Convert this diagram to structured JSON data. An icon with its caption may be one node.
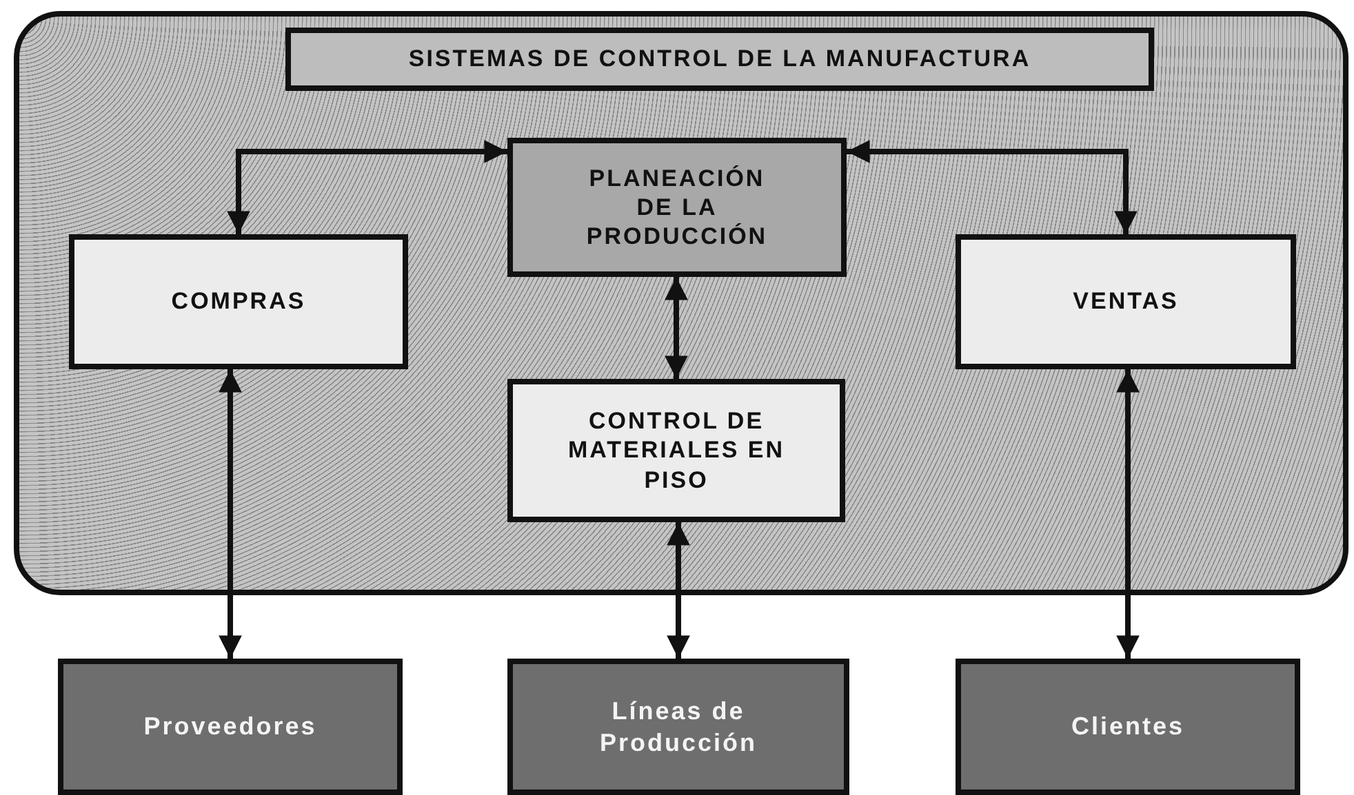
{
  "diagram": {
    "nodes": [
      {
        "text": [],
        "shape": "box"
      },
      {
        "text": [
          "SISTEMAS DE CONTROL DE LA MANUFACTURA"
        ],
        "in": 0
      },
      {
        "text": [
          "PLANEACIÓN DE LA PRODUCCIÓN"
        ],
        "in": 0
      },
      {
        "text": [
          "COMPRAS"
        ],
        "in": 0
      },
      {
        "text": [
          "VENTAS"
        ],
        "in": 0
      },
      {
        "text": [
          "CONTROL DE MATERIALES EN PISO"
        ],
        "in": 0
      },
      {
        "text": [
          "Proveedores"
        ]
      },
      {
        "text": [
          "Líneas de Producción"
        ]
      },
      {
        "text": [
          "Clientes"
        ]
      }
    ],
    "edges": [
      {
        "from": 2,
        "to": 3,
        "arrow": "both"
      },
      {
        "from": 2,
        "to": 4,
        "arrow": "both"
      },
      {
        "from": 2,
        "to": 5,
        "arrow": "both"
      },
      {
        "from": 3,
        "to": 6,
        "arrow": "both"
      },
      {
        "from": 5,
        "to": 7,
        "arrow": "both"
      },
      {
        "from": 4,
        "to": 8,
        "arrow": "both"
      }
    ]
  }
}
